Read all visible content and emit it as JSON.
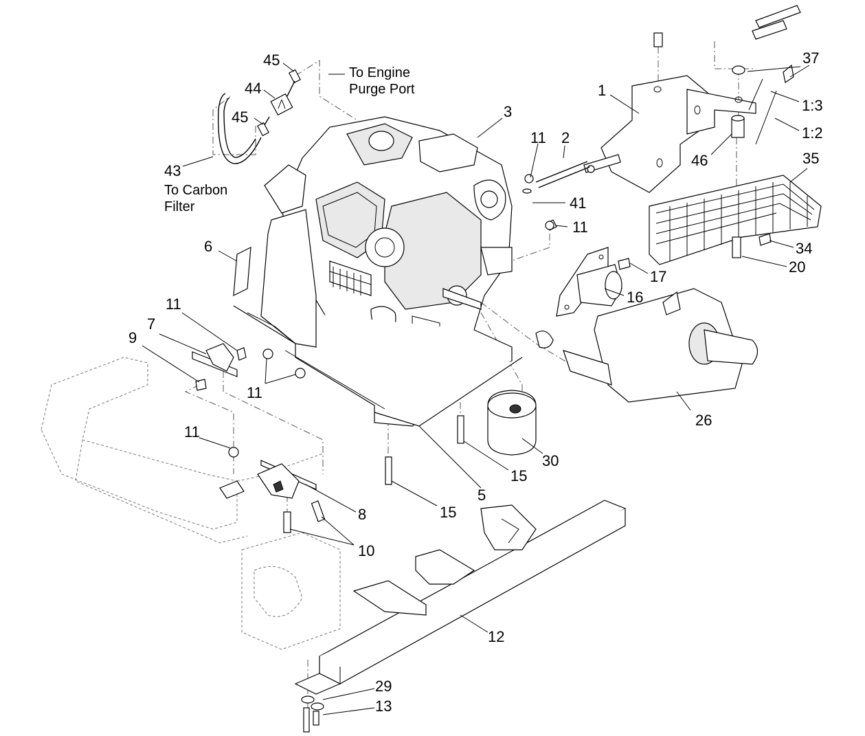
{
  "callouts": [
    {
      "id": "c45a",
      "text": "45"
    },
    {
      "id": "c44",
      "text": "44"
    },
    {
      "id": "c45b",
      "text": "45"
    },
    {
      "id": "c43",
      "text": "43"
    },
    {
      "id": "c3",
      "text": "3"
    },
    {
      "id": "c11a",
      "text": "11"
    },
    {
      "id": "c2",
      "text": "2"
    },
    {
      "id": "c41",
      "text": "41"
    },
    {
      "id": "c11b",
      "text": "11"
    },
    {
      "id": "c1",
      "text": "1"
    },
    {
      "id": "c37",
      "text": "37"
    },
    {
      "id": "c1_3",
      "text": "1:3"
    },
    {
      "id": "c1_2",
      "text": "1:2"
    },
    {
      "id": "c46",
      "text": "46"
    },
    {
      "id": "c35",
      "text": "35"
    },
    {
      "id": "c34",
      "text": "34"
    },
    {
      "id": "c20",
      "text": "20"
    },
    {
      "id": "c17",
      "text": "17"
    },
    {
      "id": "c16",
      "text": "16"
    },
    {
      "id": "c6",
      "text": "6"
    },
    {
      "id": "c11c",
      "text": "11"
    },
    {
      "id": "c7",
      "text": "7"
    },
    {
      "id": "c9",
      "text": "9"
    },
    {
      "id": "c11d",
      "text": "11"
    },
    {
      "id": "c26",
      "text": "26"
    },
    {
      "id": "c30",
      "text": "30"
    },
    {
      "id": "c15a",
      "text": "15"
    },
    {
      "id": "c5",
      "text": "5"
    },
    {
      "id": "c15b",
      "text": "15"
    },
    {
      "id": "c11e",
      "text": "11"
    },
    {
      "id": "c8",
      "text": "8"
    },
    {
      "id": "c10",
      "text": "10"
    },
    {
      "id": "c12",
      "text": "12"
    },
    {
      "id": "c29",
      "text": "29"
    },
    {
      "id": "c13",
      "text": "13"
    }
  ],
  "notes": {
    "purge_port_line1": "To Engine",
    "purge_port_line2": "Purge Port",
    "carbon_filter_line1": "To Carbon",
    "carbon_filter_line2": "Filter"
  }
}
